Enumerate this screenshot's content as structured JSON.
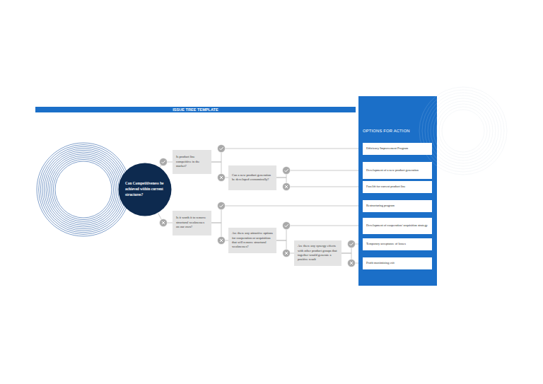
{
  "diagram": {
    "title": "ISSUE TREE TEMPLATE",
    "nodes": [
      {
        "text": [
          "Can Competitiveness be achieved within current structures?"
        ]
      },
      {
        "text": [
          "Is product line competitive in the market?"
        ]
      },
      {
        "text": [
          "Is it worth it to remove structural weaknesses on our own?"
        ]
      },
      {
        "text": [
          "Can a new product generation be developed economically?"
        ]
      },
      {
        "text": [
          "Are there any attractive options for cooperation or acquisition that will remove structural weaknesses?"
        ]
      },
      {
        "text": [
          "Are there any synergy effects with other product groups that together would generate a positive result"
        ]
      },
      {
        "text": [
          "OPTIONS FOR ACTION"
        ]
      },
      {
        "text": [
          "Efficiency Improvement Program"
        ],
        "in": 6
      },
      {
        "text": [
          "Development of a new product generation"
        ],
        "in": 6
      },
      {
        "text": [
          "Facelift for current product line"
        ],
        "in": 6
      },
      {
        "text": [
          "Restructuring program"
        ],
        "in": 6
      },
      {
        "text": [
          "Development of cooperation/ acquisition strategy"
        ],
        "in": 6
      },
      {
        "text": [
          "Temporary acceptance of losses"
        ],
        "in": 6
      },
      {
        "text": [
          "Profit maximizing exit"
        ],
        "in": 6
      }
    ],
    "edges": [
      {
        "from": 0,
        "to": 1,
        "arrow": "none"
      },
      {
        "from": 0,
        "to": 2,
        "arrow": "none"
      },
      {
        "from": 1,
        "to": 7,
        "arrow": "none"
      },
      {
        "from": 1,
        "to": 3,
        "arrow": "none"
      },
      {
        "from": 3,
        "to": 8,
        "arrow": "none"
      },
      {
        "from": 3,
        "to": 9,
        "arrow": "none"
      },
      {
        "from": 2,
        "to": 10,
        "arrow": "none"
      },
      {
        "from": 2,
        "to": 4,
        "arrow": "none"
      },
      {
        "from": 4,
        "to": 11,
        "arrow": "none"
      },
      {
        "from": 4,
        "to": 5,
        "arrow": "none"
      },
      {
        "from": 5,
        "to": 12,
        "arrow": "none"
      },
      {
        "from": 5,
        "to": 13,
        "arrow": "none"
      }
    ]
  }
}
